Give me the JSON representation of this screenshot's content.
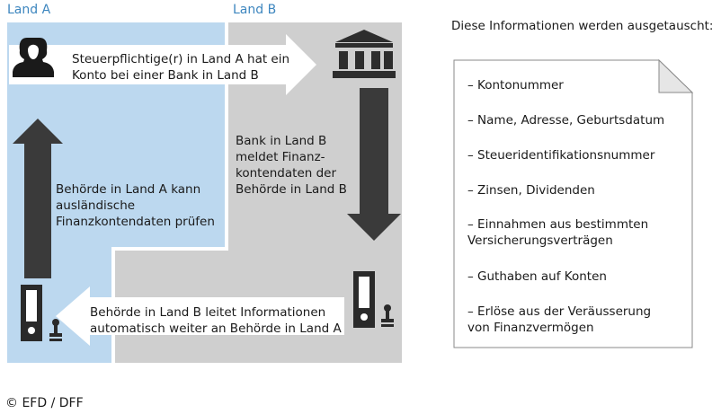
{
  "labels": {
    "land_a": "Land A",
    "land_b": "Land B"
  },
  "flow": {
    "top_text": "Steuerpflichtige(r) in Land A hat ein Konto bei einer Bank in Land B",
    "right_text": "Bank in Land B meldet Finanz-kontendaten der Behörde in Land B",
    "bottom_text": "Behörde in Land B leitet Informationen automatisch weiter an Behörde in Land A",
    "left_text": "Behörde in Land A kann ausländische Finanzkontendaten prüfen"
  },
  "info": {
    "title": "Diese Informationen werden ausgetauscht:",
    "items": [
      "– Kontonummer",
      "– Name, Adresse, Geburtsdatum",
      "– Steueridentifikationsnummer",
      "– Zinsen, Dividenden",
      "– Einnahmen aus bestimmten Versicherungsverträgen",
      "– Guthaben auf Konten",
      "– Erlöse aus der Veräusserung von Finanzvermögen"
    ]
  },
  "icons": {
    "person": "person-icon",
    "bank": "bank-icon",
    "binder": "binder-icon",
    "stamp": "stamp-icon"
  },
  "colors": {
    "land_a_bg": "#bcd8ef",
    "land_b_bg": "#cfcfcf",
    "arrow_dark": "#3a3a3a",
    "label_blue": "#3d86bf"
  },
  "copyright": "© EFD / DFF"
}
